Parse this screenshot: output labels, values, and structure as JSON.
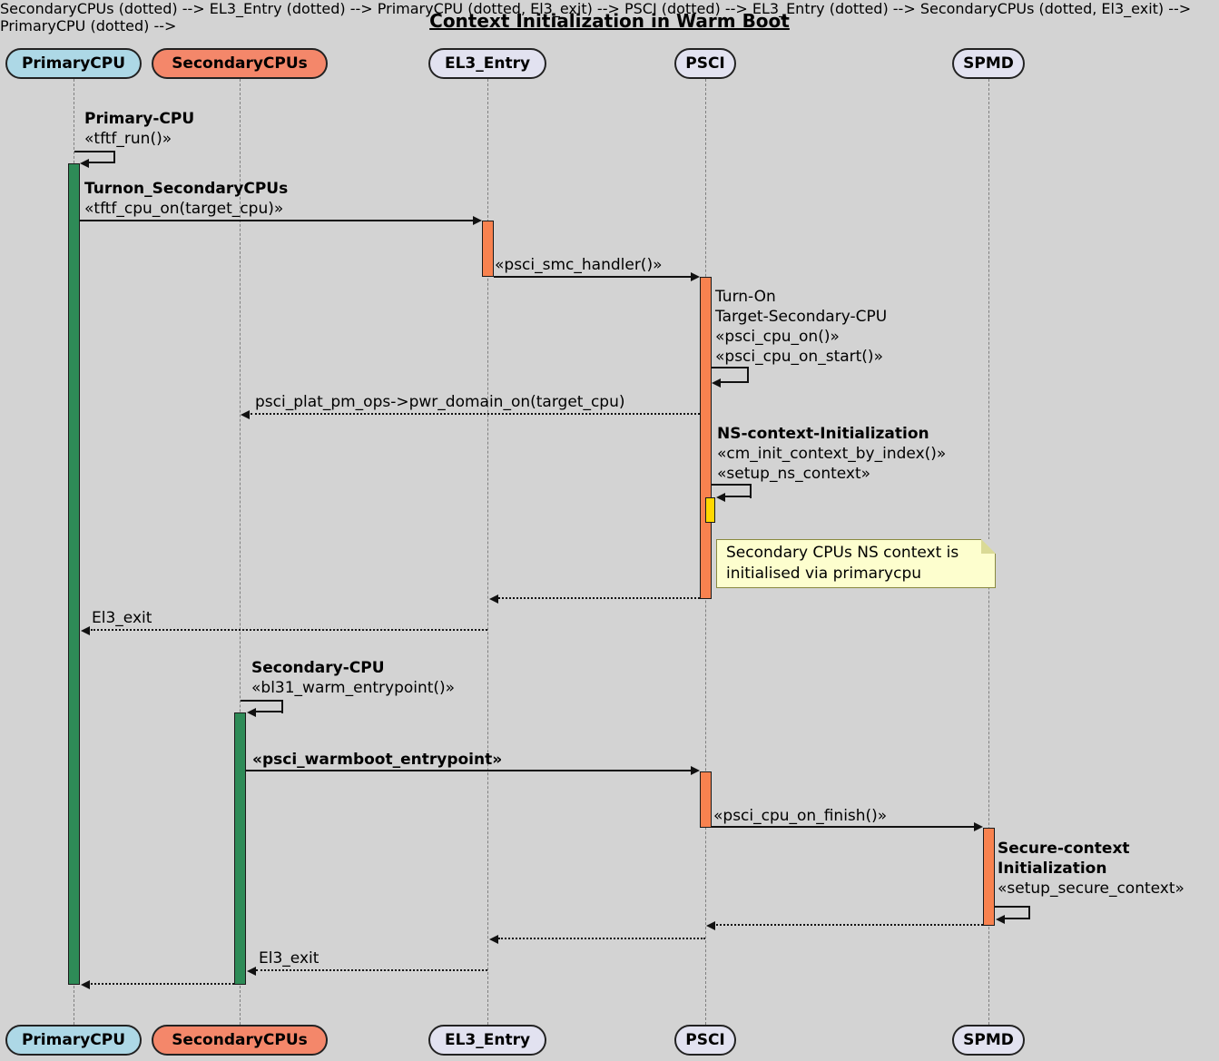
{
  "title": "Context Initialization in Warm Boot",
  "participants": {
    "primary": "PrimaryCPU",
    "secondary": "SecondaryCPUs",
    "el3": "EL3_Entry",
    "psci": "PSCI",
    "spmd": "SPMD"
  },
  "messages": {
    "tftf_run": {
      "title": "Primary-CPU",
      "call": "«tftf_run()»"
    },
    "turnon": {
      "title": "Turnon_SecondaryCPUs",
      "call": "«tftf_cpu_on(target_cpu)»"
    },
    "smc_handler": {
      "call": "«psci_smc_handler()»"
    },
    "turn_on": {
      "l1": "Turn-On",
      "l2": "Target-Secondary-CPU",
      "l3": "«psci_cpu_on()»",
      "l4": "«psci_cpu_on_start()»"
    },
    "pwr_domain_on": {
      "call": "psci_plat_pm_ops->pwr_domain_on(target_cpu)"
    },
    "ns_context": {
      "title": "NS-context-Initialization",
      "l2": "«cm_init_context_by_index()»",
      "l3": "«setup_ns_context»"
    },
    "el3_exit_primary": {
      "call": "El3_exit"
    },
    "secondary_cpu": {
      "title": "Secondary-CPU",
      "call": "«bl31_warm_entrypoint()»"
    },
    "warmboot_entrypoint": {
      "call": "«psci_warmboot_entrypoint»"
    },
    "cpu_on_finish": {
      "call": "«psci_cpu_on_finish()»"
    },
    "secure_context": {
      "l1": "Secure-context",
      "l2": "Initialization",
      "l3": "«setup_secure_context»"
    },
    "el3_exit_secondary": {
      "call": "El3_exit"
    }
  },
  "note": {
    "line1": "Secondary CPUs NS context is",
    "line2": "initialised via primarycpu"
  },
  "colors": {
    "bg": "#D3D3D3",
    "participant-fill": "#E2E2F0",
    "participant-border": "#222222",
    "primary-fill": "#ADD8E6",
    "secondary-fill": "#F4876A",
    "bar-green": "#2E8B57",
    "bar-orange": "#F8824F",
    "bar-yellow": "#FFD700",
    "note-fill": "#FDFECE",
    "note-border": "#89893F",
    "arrow": "#111111",
    "lifeline": "#808080"
  }
}
